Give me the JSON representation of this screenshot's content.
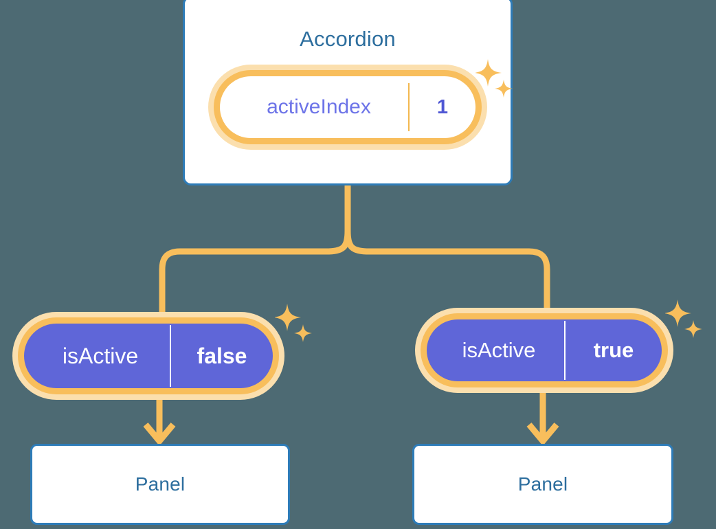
{
  "theme": {
    "background": "#4d6a73",
    "card_border": "#2e7cb8",
    "card_fill": "#ffffff",
    "heading_text": "#2d6e9e",
    "pill_ring": "#f8be5c",
    "pill_halo": "#fbdfae",
    "pill_solid_fill": "#5f66d8",
    "pill_key_text": "#6d74e8",
    "pill_value_text": "#4f57d4",
    "connector": "#f8be5c"
  },
  "diagram": {
    "type": "component-state-tree",
    "root": {
      "title": "Accordion",
      "state": {
        "key": "activeIndex",
        "value": "1",
        "style": "light"
      }
    },
    "children": [
      {
        "state": {
          "key": "isActive",
          "value": "false",
          "style": "solid"
        },
        "panel": {
          "label": "Panel"
        }
      },
      {
        "state": {
          "key": "isActive",
          "value": "true",
          "style": "solid"
        },
        "panel": {
          "label": "Panel"
        }
      }
    ]
  },
  "icons": {
    "sparkle_large": "sparkle-icon",
    "sparkle_small": "sparkle-small-icon",
    "arrow_down": "arrow-down-icon"
  }
}
